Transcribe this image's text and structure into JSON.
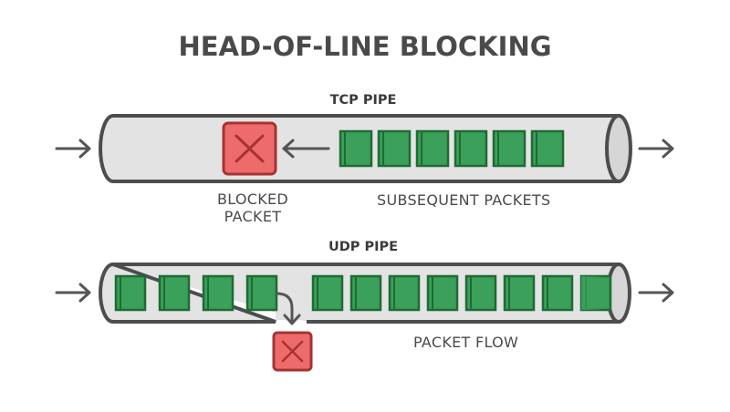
{
  "title": "HEAD-OF-LINE BLOCKING",
  "tcp": {
    "title": "TCP PIPE",
    "blocked_label_line1": "BLOCKED",
    "blocked_label_line2": "PACKET",
    "subsequent_label": "SUBSEQUENT PACKETS",
    "packet_count": 6
  },
  "udp": {
    "title": "UDP PIPE",
    "flow_label": "PACKET FLOW",
    "left_packet_count": 4,
    "right_packet_count": 8
  },
  "colors": {
    "packet_fill": "#3aa05a",
    "packet_border": "#1f6b34",
    "blocked_fill": "#ee6b6b",
    "blocked_border": "#a83232",
    "pipe_fill": "#e3e3e3",
    "pipe_stroke": "#4d4d4d",
    "text": "#4a4a4a"
  }
}
